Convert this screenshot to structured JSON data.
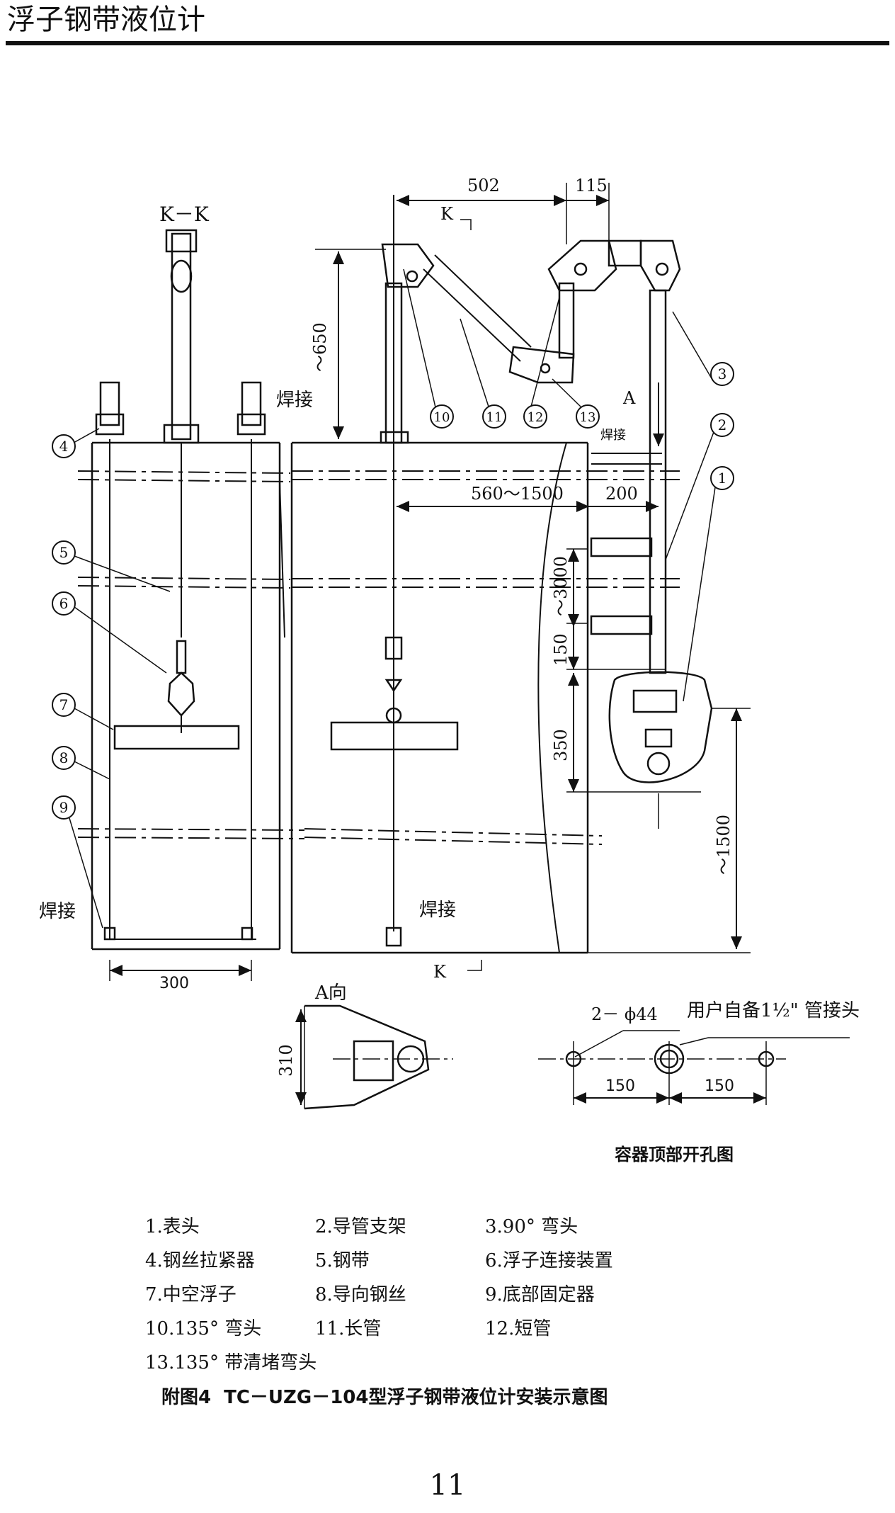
{
  "header": {
    "title": "浮子钢带液位计"
  },
  "diagram": {
    "section_label": "K－K",
    "view_marker_top": "K",
    "view_marker_bottom": "K",
    "view_a_marker": "A",
    "dims": {
      "d502": "502",
      "d115": "115",
      "d650": "～650",
      "d560": "560～1500",
      "d200": "200",
      "d3000": "～3000",
      "d150": "150",
      "d350": "350",
      "d1500": "～1500",
      "d300": "300",
      "d310": "310",
      "d150a": "150",
      "d150b": "150",
      "hole": "2－ ϕ44"
    },
    "weld_labels": [
      "焊接",
      "焊接",
      "焊接",
      "焊接"
    ],
    "callouts": [
      "1",
      "2",
      "3",
      "4",
      "5",
      "6",
      "7",
      "8",
      "9",
      "10",
      "11",
      "12",
      "13"
    ],
    "view_a_title": "A向",
    "user_fitting": "用户自备1½\" 管接头",
    "opening_title": "容器顶部开孔图"
  },
  "legend": [
    [
      "1.表头",
      "2.导管支架",
      "3.90°  弯头"
    ],
    [
      "4.钢丝拉紧器",
      "5.钢带",
      "6.浮子连接装置"
    ],
    [
      "7.中空浮子",
      "8.导向钢丝",
      "9.底部固定器"
    ],
    [
      "10.135°  弯头",
      "11.长管",
      "12.短管"
    ],
    [
      "13.135°  带清堵弯头",
      "",
      ""
    ]
  ],
  "caption": {
    "fig": "附图4",
    "text": "TC－UZG－104型浮子钢带液位计安装示意图"
  },
  "page_number": "11"
}
